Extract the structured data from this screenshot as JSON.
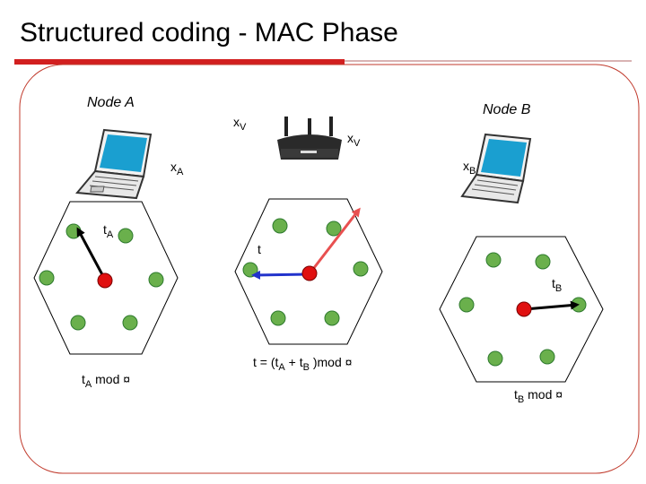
{
  "slide": {
    "title": "Structured coding - MAC  Phase",
    "node_a_label": "Node A",
    "node_b_label": "Node B"
  },
  "signals": {
    "xv_left": {
      "base": "x",
      "sub": "V"
    },
    "xv_right": {
      "base": "x",
      "sub": "V"
    },
    "xa": {
      "base": "x",
      "sub": "A"
    },
    "xb": {
      "base": "x",
      "sub": "B"
    }
  },
  "lattices": {
    "left_vector": {
      "base": "t",
      "sub": "A"
    },
    "middle_vector": {
      "base": "t",
      "sub": ""
    },
    "right_vector": {
      "base": "t",
      "sub": "B"
    }
  },
  "captions": {
    "left": {
      "pre": "t",
      "sub": "A",
      "post": " mod ¤"
    },
    "middle": {
      "text1": "t = (t",
      "sub1": "A",
      "text2": " + t",
      "sub2": "B",
      "text3": " )mod ¤"
    },
    "right": {
      "pre": "t",
      "sub": "B",
      "post": " mod ¤"
    }
  },
  "colors": {
    "frame_border": "#c0392b",
    "title_bar": "#d21f1f",
    "lattice_point": "#6ab04c",
    "origin_point": "#e01010",
    "arrow_black": "#000000",
    "arrow_blue": "#2233cc",
    "arrow_red": "#e85050"
  },
  "icons": [
    "laptop-icon",
    "wireless-router-icon"
  ]
}
